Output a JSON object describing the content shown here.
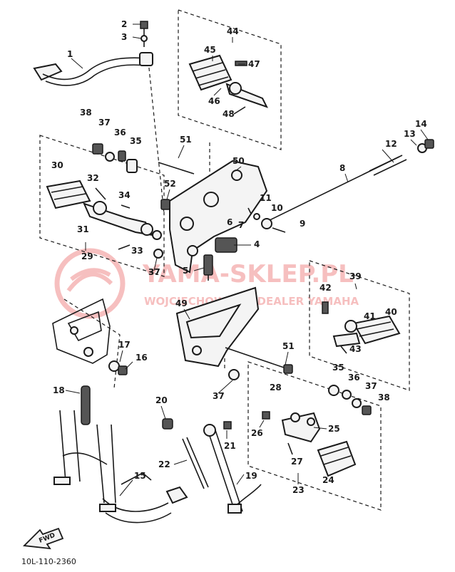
{
  "diagram_code": "10L-110-2360",
  "fwd_label": "FWD",
  "watermark": {
    "main": "YAMA-SKLEP.PL",
    "sub": "WOJCIECHOWSKI | DEALER YAMAHA",
    "color": "#e64a4a"
  },
  "parts": {
    "p1": "1",
    "p2": "2",
    "p3": "3",
    "p4": "4",
    "p5": "5",
    "p6": "6",
    "p7": "7",
    "p8": "8",
    "p9": "9",
    "p10": "10",
    "p11": "11",
    "p12": "12",
    "p13": "13",
    "p14": "14",
    "p15": "15",
    "p16": "16",
    "p17": "17",
    "p18": "18",
    "p19": "19",
    "p20": "20",
    "p21": "21",
    "p22": "22",
    "p23": "23",
    "p24": "24",
    "p25": "25",
    "p26": "26",
    "p27": "27",
    "p28": "28",
    "p29": "29",
    "p30": "30",
    "p31": "31",
    "p32": "32",
    "p33": "33",
    "p34": "34",
    "p35": "35",
    "p36": "36",
    "p37": "37",
    "p38": "38",
    "p39": "39",
    "p40": "40",
    "p41": "41",
    "p42": "42",
    "p43": "43",
    "p44": "44",
    "p45": "45",
    "p46": "46",
    "p47": "47",
    "p48": "48",
    "p49": "49",
    "p50": "50",
    "p51": "51",
    "p52": "52"
  }
}
